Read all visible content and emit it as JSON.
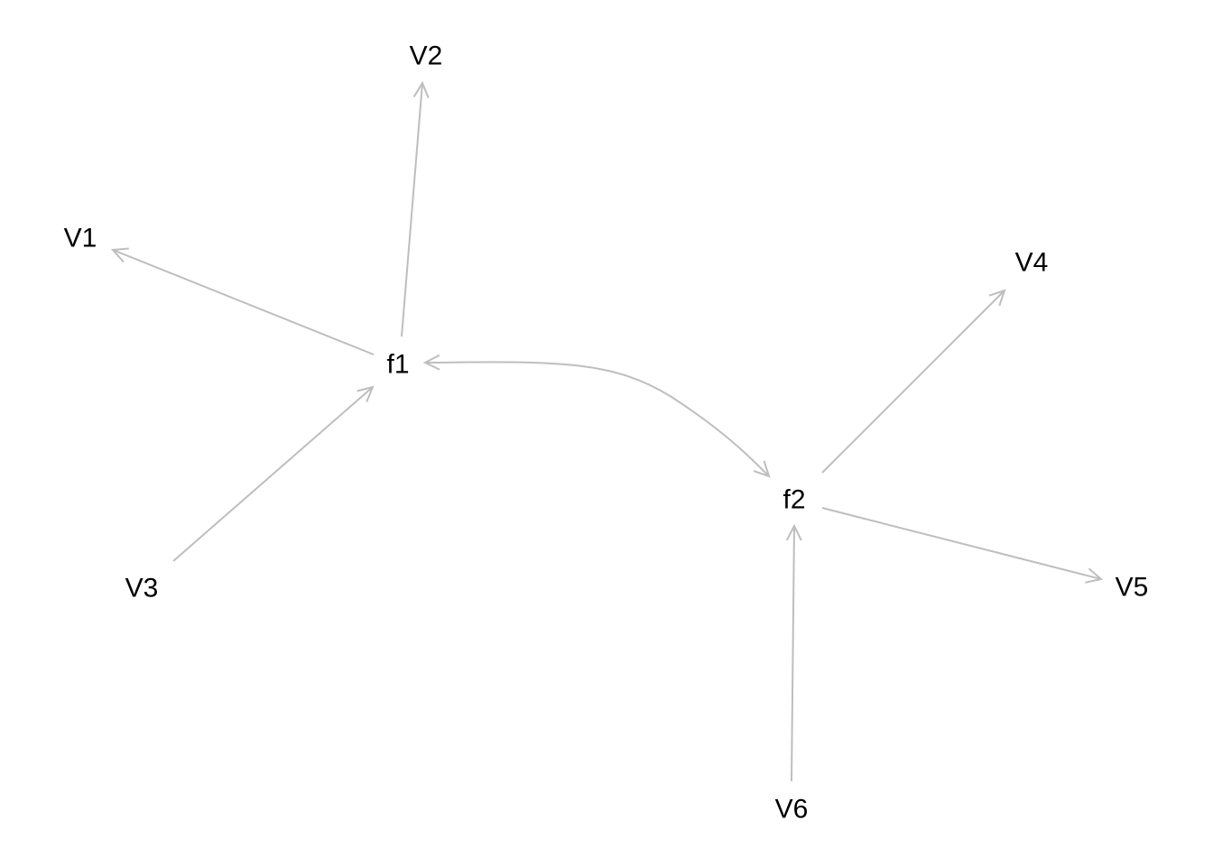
{
  "diagram": {
    "type": "path-diagram",
    "colors": {
      "edge": "#bebebe",
      "label": "#000000",
      "background": "#ffffff"
    },
    "nodes": [
      {
        "id": "f1",
        "label": "f1"
      },
      {
        "id": "f2",
        "label": "f2"
      },
      {
        "id": "V1",
        "label": "V1"
      },
      {
        "id": "V2",
        "label": "V2"
      },
      {
        "id": "V3",
        "label": "V3"
      },
      {
        "id": "V4",
        "label": "V4"
      },
      {
        "id": "V5",
        "label": "V5"
      },
      {
        "id": "V6",
        "label": "V6"
      }
    ],
    "edges": [
      {
        "from": "f1",
        "to": "V1",
        "kind": "directed"
      },
      {
        "from": "f1",
        "to": "V2",
        "kind": "directed"
      },
      {
        "from": "V3",
        "to": "f1",
        "kind": "directed"
      },
      {
        "from": "f2",
        "to": "V4",
        "kind": "directed"
      },
      {
        "from": "f2",
        "to": "V5",
        "kind": "directed"
      },
      {
        "from": "V6",
        "to": "f2",
        "kind": "directed"
      },
      {
        "from": "f1",
        "to": "f2",
        "kind": "bidirected"
      }
    ]
  }
}
